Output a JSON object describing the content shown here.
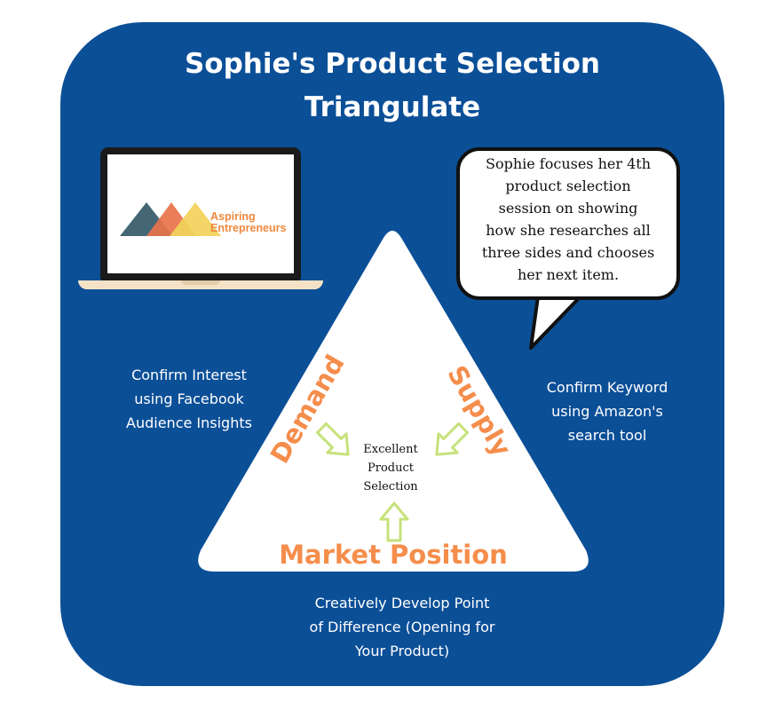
{
  "title": {
    "line1": "Sophie's Product Selection",
    "line2": "Triangulate"
  },
  "laptop": {
    "brand_line1": "Aspiring",
    "brand_line2": "Entrepreneurs",
    "logo_colors": [
      "#3b5f6e",
      "#e8734a",
      "#f2d35a"
    ]
  },
  "bubble": {
    "lines": [
      "Sophie focuses her 4th",
      "product selection",
      "session on  showing",
      "how she researches all",
      "three sides and chooses",
      "her next item."
    ]
  },
  "triangle": {
    "demand_label": "Demand",
    "supply_label": "Supply",
    "market_label": "Market Position",
    "center_lines": [
      "Excellent",
      "Product",
      "Selection"
    ]
  },
  "notes": {
    "left": [
      "Confirm Interest",
      "using Facebook",
      "Audience Insights"
    ],
    "right": [
      "Confirm Keyword",
      "using Amazon's",
      "search tool"
    ],
    "bottom": [
      "Creatively Develop Point",
      "of Difference (Opening for",
      "Your Product)"
    ]
  },
  "colors": {
    "panel": "#0b4f97",
    "accent_orange": "#f58d4b",
    "arrow_green": "#c6e27a"
  }
}
